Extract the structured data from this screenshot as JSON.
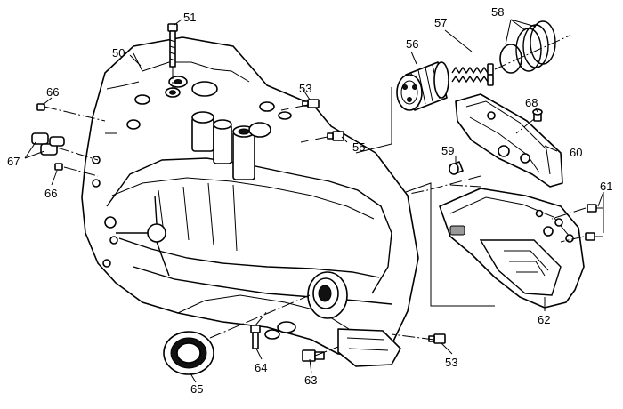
{
  "callouts": {
    "c50": "50",
    "c51": "51",
    "c53a": "53",
    "c53b": "53",
    "c55": "55",
    "c56": "56",
    "c57": "57",
    "c58": "58",
    "c59": "59",
    "c60": "60",
    "c61": "61",
    "c62": "62",
    "c63": "63",
    "c64": "64",
    "c65": "65",
    "c66a": "66",
    "c66b": "66",
    "c67": "67",
    "c68": "68"
  }
}
